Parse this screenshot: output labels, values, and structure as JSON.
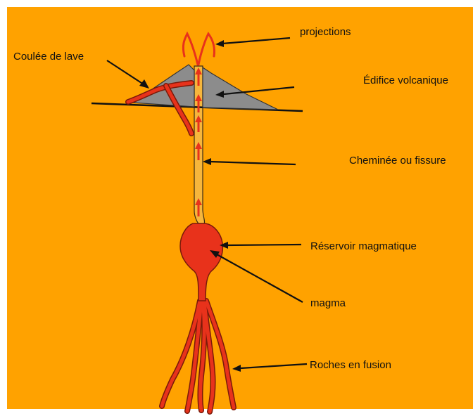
{
  "colors": {
    "background": "#FFA200",
    "magma": "#E8321B",
    "magma_outline": "#7a1a0a",
    "cone": "#8C8C8C",
    "ground": "#111111",
    "conduit": "#F6B63C"
  },
  "labels": {
    "projections": "projections",
    "lava_flow": "Coulée de lave",
    "edifice": "Édifice volcanique",
    "conduit": "Cheminée ou fissure",
    "reservoir": "Réservoir  magmatique",
    "magma": "magma",
    "molten_rocks": "Roches en fusion"
  }
}
